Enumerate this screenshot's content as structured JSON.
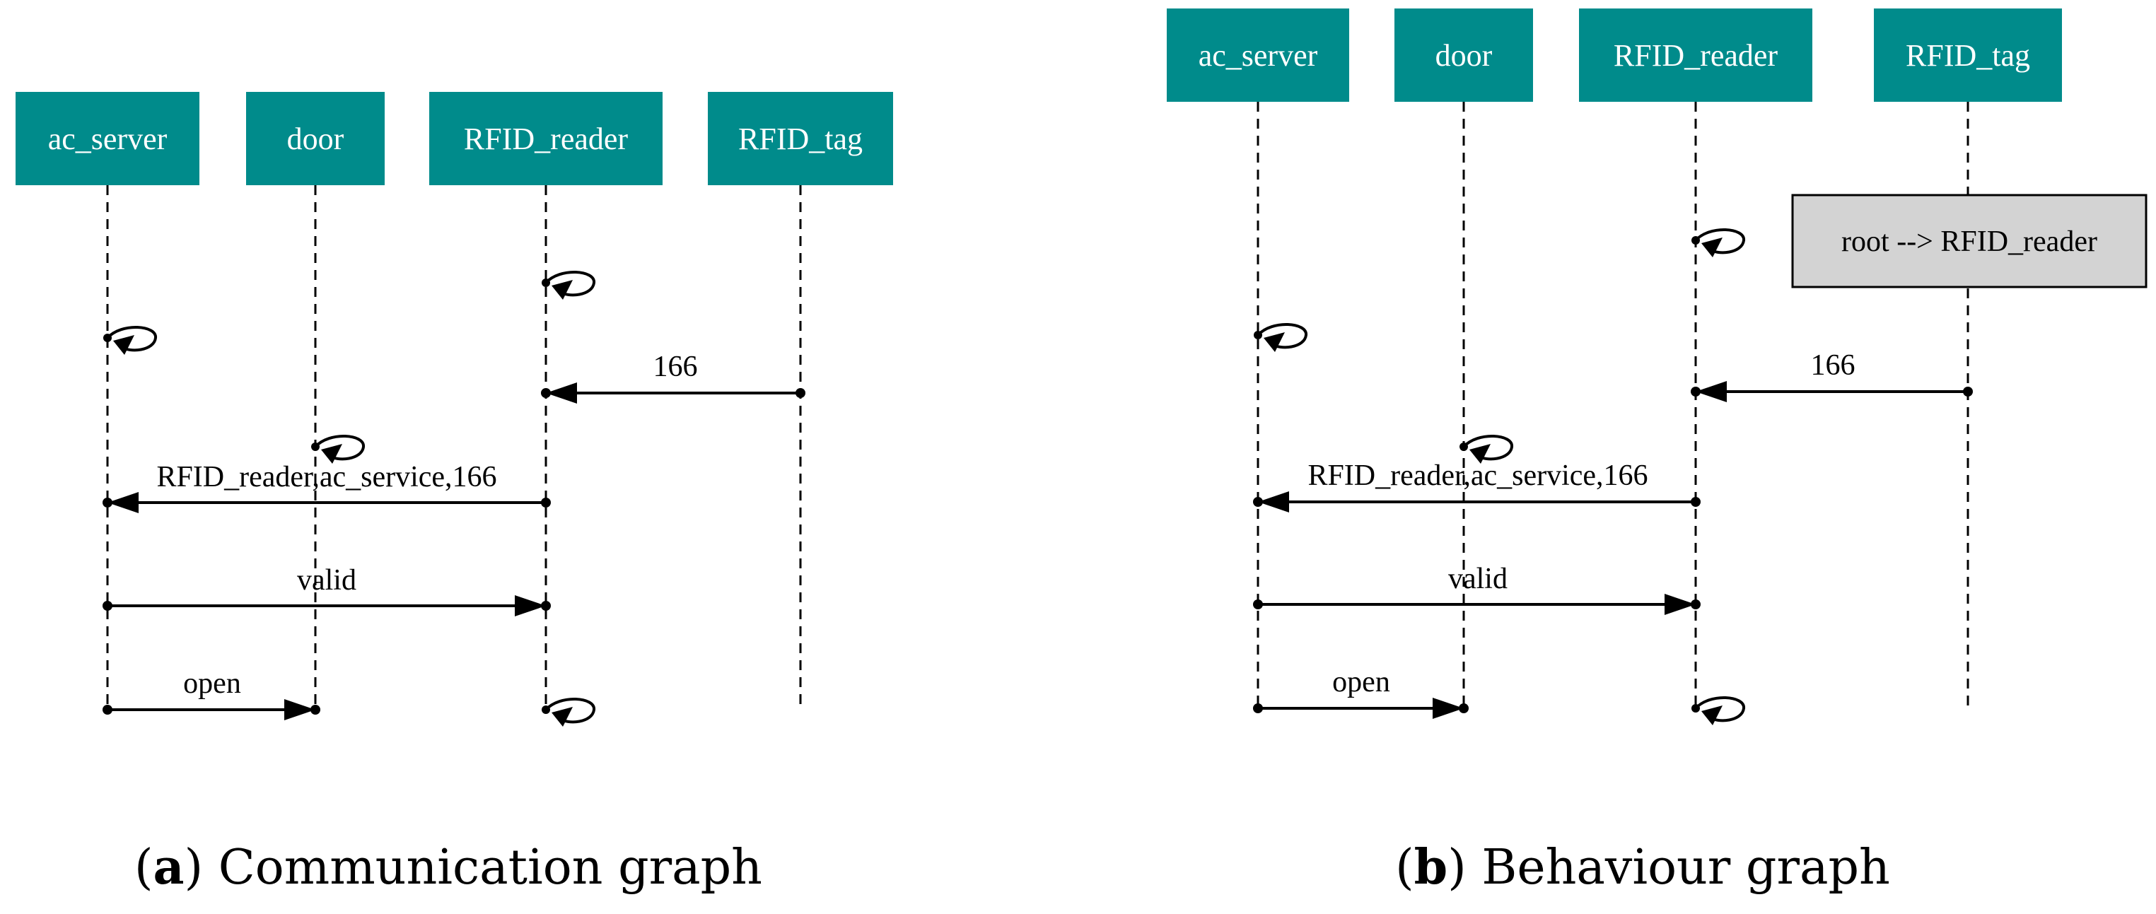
{
  "colors": {
    "actor_fill": "#008b8b",
    "actor_text": "#ffffff",
    "note_fill": "#d3d3d3",
    "line": "#000000"
  },
  "panels": [
    {
      "caption_letter": "a",
      "caption_text": "Communication graph",
      "actors": [
        "ac_server",
        "door",
        "RFID_reader",
        "RFID_tag"
      ],
      "messages": [
        {
          "from": "RFID_tag",
          "to": "RFID_reader",
          "label": "166"
        },
        {
          "from": "RFID_reader",
          "to": "ac_server",
          "label": "RFID_reader,ac_service,166"
        },
        {
          "from": "ac_server",
          "to": "RFID_reader",
          "label": "valid"
        },
        {
          "from": "ac_server",
          "to": "door",
          "label": "open"
        }
      ],
      "self_loops": [
        "RFID_reader",
        "ac_server",
        "door",
        "RFID_reader"
      ],
      "note": null
    },
    {
      "caption_letter": "b",
      "caption_text": "Behaviour graph",
      "actors": [
        "ac_server",
        "door",
        "RFID_reader",
        "RFID_tag"
      ],
      "messages": [
        {
          "from": "RFID_tag",
          "to": "RFID_reader",
          "label": "166"
        },
        {
          "from": "RFID_reader",
          "to": "ac_server",
          "label": "RFID_reader,ac_service,166"
        },
        {
          "from": "ac_server",
          "to": "RFID_reader",
          "label": "valid"
        },
        {
          "from": "ac_server",
          "to": "door",
          "label": "open"
        }
      ],
      "self_loops": [
        "RFID_reader",
        "ac_server",
        "door",
        "RFID_reader"
      ],
      "note": "root --> RFID_reader"
    }
  ]
}
